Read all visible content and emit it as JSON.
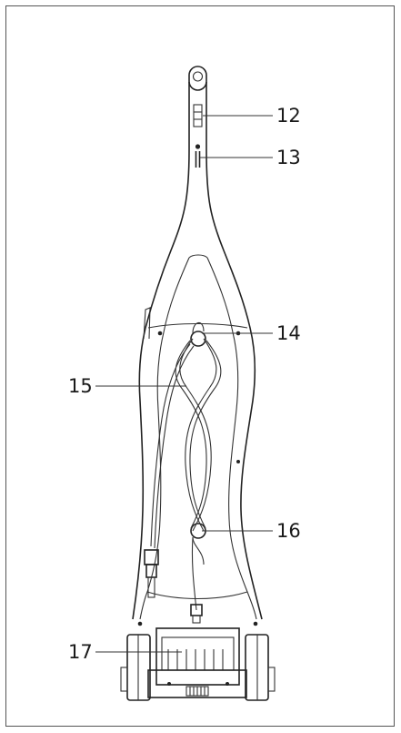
{
  "diagram": {
    "callouts": [
      {
        "id": "12",
        "label": "12"
      },
      {
        "id": "13",
        "label": "13"
      },
      {
        "id": "14",
        "label": "14"
      },
      {
        "id": "15",
        "label": "15"
      },
      {
        "id": "16",
        "label": "16"
      },
      {
        "id": "17",
        "label": "17"
      }
    ],
    "colors": {
      "line": "#222222",
      "frame": "#555555",
      "background": "#ffffff"
    }
  }
}
